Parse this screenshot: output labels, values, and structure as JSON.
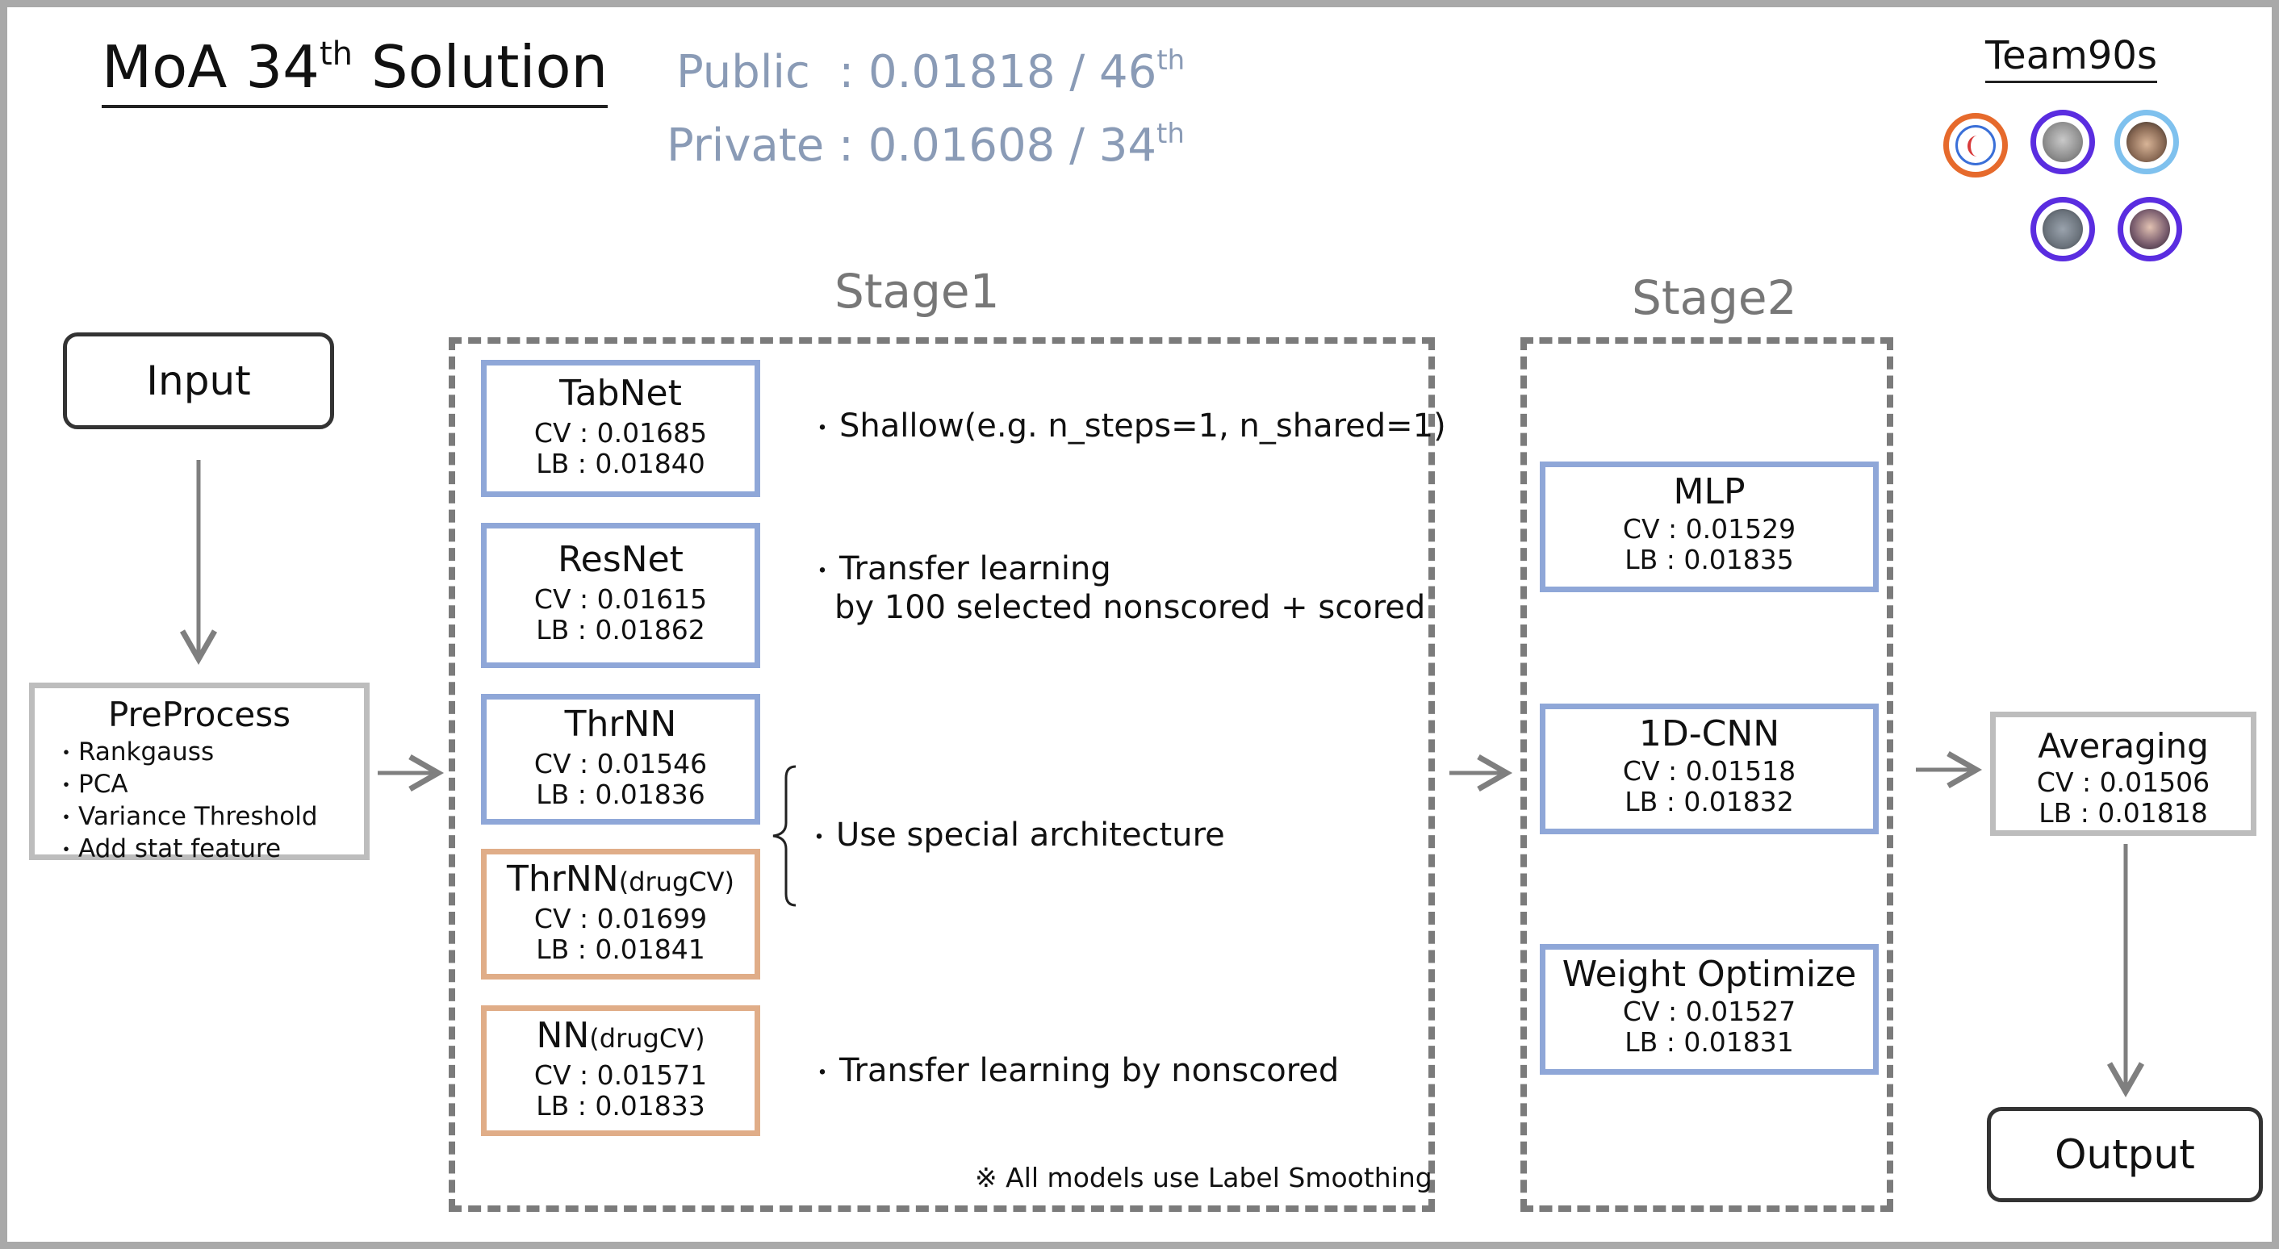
{
  "title": {
    "text": "MoA 34",
    "sup": "th",
    "suffix": " Solution"
  },
  "scores": {
    "public": {
      "label": "Public",
      "sep": "  : ",
      "value": "0.01818 / 46",
      "sup": "th"
    },
    "private": {
      "label": "Private",
      "sep": " : ",
      "value": "0.01608 / 34",
      "sup": "th"
    }
  },
  "team": {
    "name": "Team90s",
    "avatars": [
      "avatar-1",
      "avatar-2",
      "avatar-3",
      "avatar-4",
      "avatar-5"
    ]
  },
  "stages": {
    "stage1": "Stage1",
    "stage2": "Stage2"
  },
  "input": "Input",
  "output": "Output",
  "preprocess": {
    "title": "PreProcess",
    "items": [
      "Rankgauss",
      "PCA",
      "Variance Threshold",
      "Add stat feature"
    ]
  },
  "stage1_models": [
    {
      "name": "TabNet",
      "sub": "",
      "cv": "CV : 0.01685",
      "lb": "LB : 0.01840",
      "color": "#8fa7d8"
    },
    {
      "name": "ResNet",
      "sub": "",
      "cv": "CV : 0.01615",
      "lb": "LB : 0.01862",
      "color": "#8fa7d8"
    },
    {
      "name": "ThrNN",
      "sub": "",
      "cv": "CV : 0.01546",
      "lb": "LB : 0.01836",
      "color": "#8fa7d8"
    },
    {
      "name": "ThrNN",
      "sub": "(drugCV)",
      "cv": "CV : 0.01699",
      "lb": "LB : 0.01841",
      "color": "#e0ad88"
    },
    {
      "name": "NN",
      "sub": "(drugCV)",
      "cv": "CV : 0.01571",
      "lb": "LB : 0.01833",
      "color": "#e0ad88"
    }
  ],
  "notes": {
    "tabnet": "Shallow(e.g. n_steps=1, n_shared=1)",
    "resnet_line1": "Transfer learning",
    "resnet_line2": "by 100 selected nonscored + scored",
    "thrnn": "Use special architecture",
    "nn": "Transfer learning by nonscored",
    "footnote": "※ All models use Label Smoothing"
  },
  "stage2_models": [
    {
      "name": "MLP",
      "cv": "CV : 0.01529",
      "lb": "LB : 0.01835"
    },
    {
      "name": "1D-CNN",
      "cv": "CV : 0.01518",
      "lb": "LB : 0.01832"
    },
    {
      "name": "Weight Optimize",
      "cv": "CV : 0.01527",
      "lb": "LB : 0.01831"
    }
  ],
  "averaging": {
    "title": "Averaging",
    "cv": "CV : 0.01506",
    "lb": "LB : 0.01818"
  },
  "colors": {
    "blue_border": "#8fa7d8",
    "orange_border": "#e0ad88",
    "score_text": "#8a9bb6",
    "arrow": "#7f7f7f"
  }
}
